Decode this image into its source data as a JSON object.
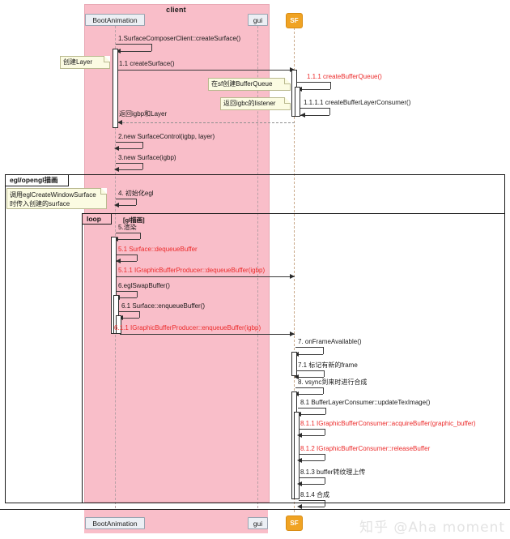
{
  "diagram": {
    "type": "uml-sequence-diagram",
    "watermark": "知乎 @Aha moment",
    "colors": {
      "client_band": "#f9bec9",
      "sf_actor": "#f0a323",
      "note": "#fbfbe2",
      "red_message": "#ec2b2b",
      "black_message": "#1a1a1a"
    }
  },
  "participants": {
    "group_label": "client",
    "boot_animation": "BootAnimation",
    "gui": "gui",
    "sf": "SF"
  },
  "frames": [
    {
      "kind": "frame-label",
      "label": "egl/opengl描画",
      "guard": ""
    },
    {
      "kind": "loop",
      "label": "loop",
      "guard": "[gl描画]"
    }
  ],
  "notes": [
    {
      "id": "note-create-layer",
      "text": "创建Layer"
    },
    {
      "id": "note-create-bufferqueue",
      "text": "在sf创建BufferQueue"
    },
    {
      "id": "note-return-igbc-listener",
      "text": "返回igbc的listener"
    },
    {
      "id": "note-egl-create-window-surface",
      "line1": "调用eglCreateWindowSurface",
      "line2": "时传入创建的surface"
    }
  ],
  "messages": [
    {
      "num": "1.",
      "text": "1.SurfaceComposerClient::createSurface()",
      "color": "black"
    },
    {
      "num": "1.1",
      "text": "1.1 createSurface()",
      "color": "black"
    },
    {
      "num": "1.1.1",
      "text": "1.1.1 createBufferQueue()",
      "color": "red"
    },
    {
      "num": "1.1.1.1",
      "text": "1.1.1.1 createBufferLayerConsumer()",
      "color": "black"
    },
    {
      "num": "ret",
      "text": "返回igbp和Layer",
      "color": "black"
    },
    {
      "num": "2.",
      "text": "2.new SurfaceControl(igbp, layer)",
      "color": "black"
    },
    {
      "num": "3.",
      "text": "3.new Surface(igbp)",
      "color": "black"
    },
    {
      "num": "4.",
      "text": "4. 初始化egl",
      "color": "black"
    },
    {
      "num": "5.",
      "text": "5.渲染",
      "color": "black"
    },
    {
      "num": "5.1",
      "text": "5.1 Surface::dequeueBuffer",
      "color": "red"
    },
    {
      "num": "5.1.1",
      "text": "5.1.1  IGraphicBufferProducer::dequeueBuffer(igbp)",
      "color": "red"
    },
    {
      "num": "6.",
      "text": "6.eglSwapBuffer()",
      "color": "black"
    },
    {
      "num": "6.1",
      "text": "6.1 Surface::enqueueBuffer()",
      "color": "black"
    },
    {
      "num": "6.1.1",
      "text": "6.1.1 IGraphicBufferProducer::enqueueBuffer(igbp)",
      "color": "red"
    },
    {
      "num": "7.",
      "text": "7. onFrameAvailable()",
      "color": "black"
    },
    {
      "num": "7.1",
      "text": "7.1 标记有新的frame",
      "color": "black"
    },
    {
      "num": "8.",
      "text": "8. vsync到来时进行合成",
      "color": "black"
    },
    {
      "num": "8.1",
      "text": "8.1 BufferLayerConsumer::updateTexImage()",
      "color": "black"
    },
    {
      "num": "8.1.1",
      "text": "8.1.1 IGraphicBufferConsumer::acquireBuffer(graphic_buffer)",
      "color": "red"
    },
    {
      "num": "8.1.2",
      "text": "8.1.2 IGraphicBufferConsumer::releaseBuffer",
      "color": "red"
    },
    {
      "num": "8.1.3",
      "text": "8.1.3 buffer转纹理上传",
      "color": "black"
    },
    {
      "num": "8.1.4",
      "text": "8.1.4 合成",
      "color": "black"
    }
  ],
  "footer": {
    "boot_animation": "BootAnimation",
    "gui": "gui",
    "sf": "SF"
  }
}
